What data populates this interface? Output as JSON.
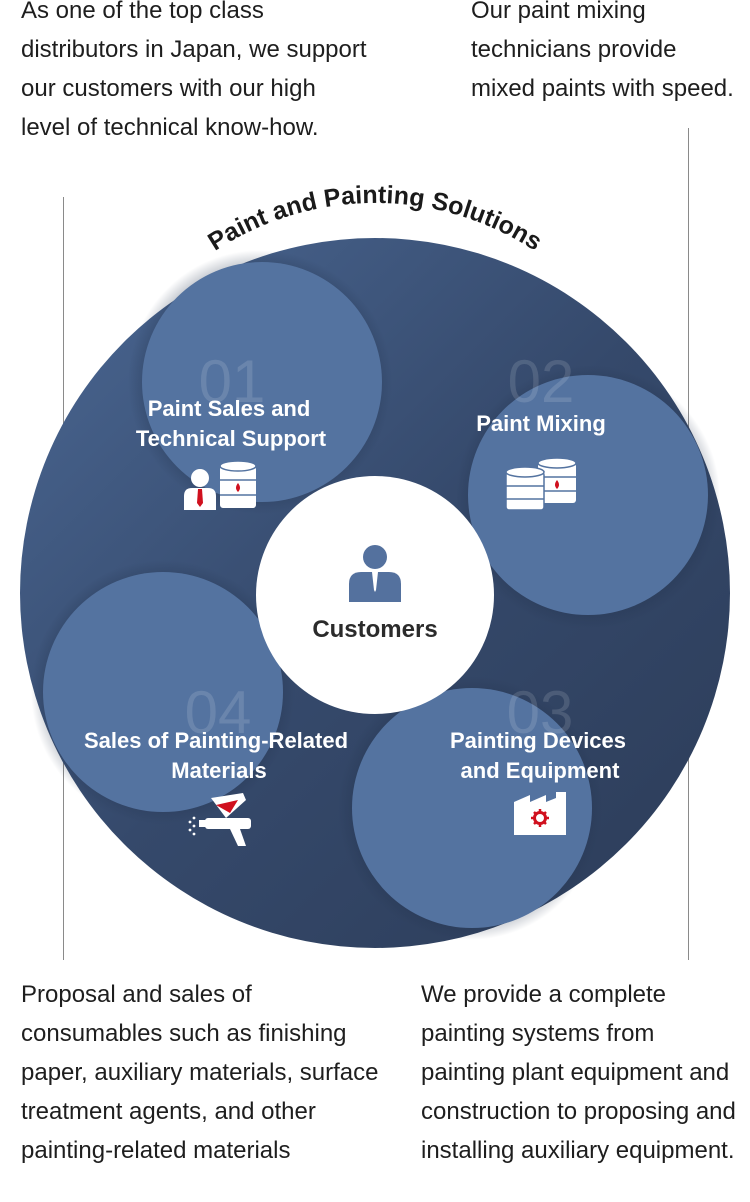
{
  "descriptions": {
    "top_left": "As one of the top class distributors in Japan, we support our customers with our high level of technical know-how.",
    "top_right": "Our paint mixing technicians provide mixed paints with speed.",
    "bottom_left": "Proposal and sales of consumables such as finishing paper, auxiliary materials, surface treatment agents, and other painting-related materials",
    "bottom_right": "We provide a complete painting systems from painting plant equipment and construction to proposing and installing auxiliary equipment."
  },
  "diagram": {
    "title": "Paint and Painting Solutions",
    "center_label": "Customers",
    "segments": [
      {
        "number": "01",
        "line1": "Paint Sales and",
        "line2": "Technical Support",
        "icon": "salesperson-with-paint-drum-icon"
      },
      {
        "number": "02",
        "line1": "Paint Mixing",
        "line2": "",
        "icon": "paint-drums-icon"
      },
      {
        "number": "03",
        "line1": "Painting Devices",
        "line2": "and Equipment",
        "icon": "factory-gear-icon"
      },
      {
        "number": "04",
        "line1": "Sales of Painting-Related",
        "line2": "Materials",
        "icon": "spray-gun-icon"
      }
    ],
    "colors": {
      "dark_navy": "#2f3f5d",
      "blue": "#5574a2",
      "accent_red": "#d0101e",
      "center_white": "#ffffff"
    }
  }
}
